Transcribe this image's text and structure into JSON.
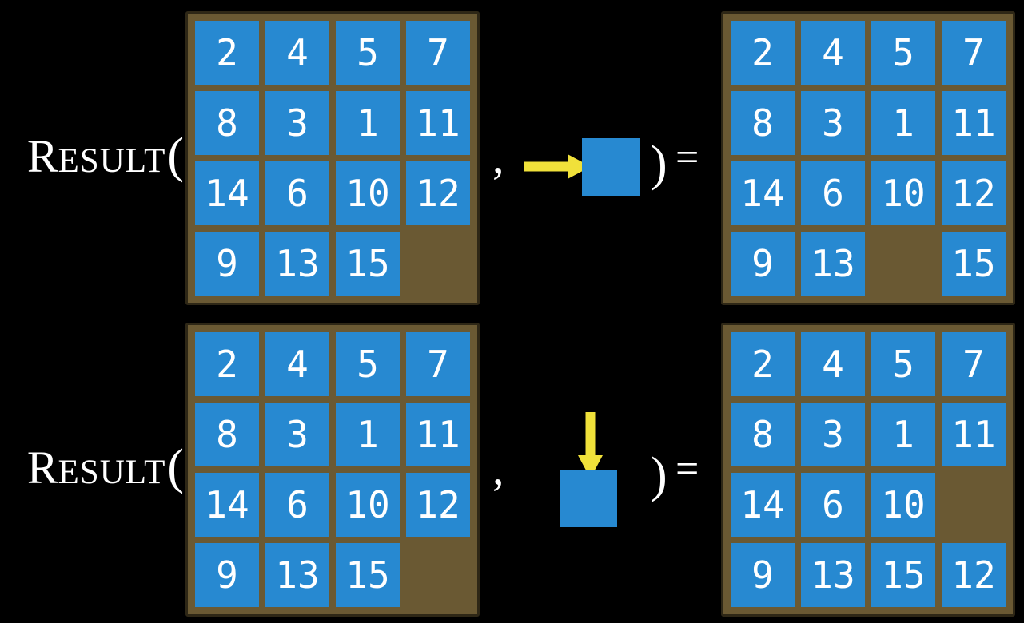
{
  "background_color": "#000000",
  "colors": {
    "tile_blue": "#2789d1",
    "board_brown": "#6a5933",
    "board_border": "#2e2716",
    "arrow_yellow": "#f0e13a",
    "text_white": "#ffffff"
  },
  "notation": {
    "function_initial": "R",
    "function_rest": "ESULT",
    "open_paren": "(",
    "comma": ",",
    "close_paren": ")",
    "equals": "="
  },
  "examples": [
    {
      "name": "slide-right-example",
      "move_direction": "right",
      "input_grid": [
        [
          2,
          4,
          5,
          7
        ],
        [
          8,
          3,
          1,
          11
        ],
        [
          14,
          6,
          10,
          12
        ],
        [
          9,
          13,
          15,
          null
        ]
      ],
      "output_grid": [
        [
          2,
          4,
          5,
          7
        ],
        [
          8,
          3,
          1,
          11
        ],
        [
          14,
          6,
          10,
          12
        ],
        [
          9,
          13,
          null,
          15
        ]
      ]
    },
    {
      "name": "slide-down-example",
      "move_direction": "down",
      "input_grid": [
        [
          2,
          4,
          5,
          7
        ],
        [
          8,
          3,
          1,
          11
        ],
        [
          14,
          6,
          10,
          12
        ],
        [
          9,
          13,
          15,
          null
        ]
      ],
      "output_grid": [
        [
          2,
          4,
          5,
          7
        ],
        [
          8,
          3,
          1,
          11
        ],
        [
          14,
          6,
          10,
          null
        ],
        [
          9,
          13,
          15,
          12
        ]
      ]
    }
  ]
}
